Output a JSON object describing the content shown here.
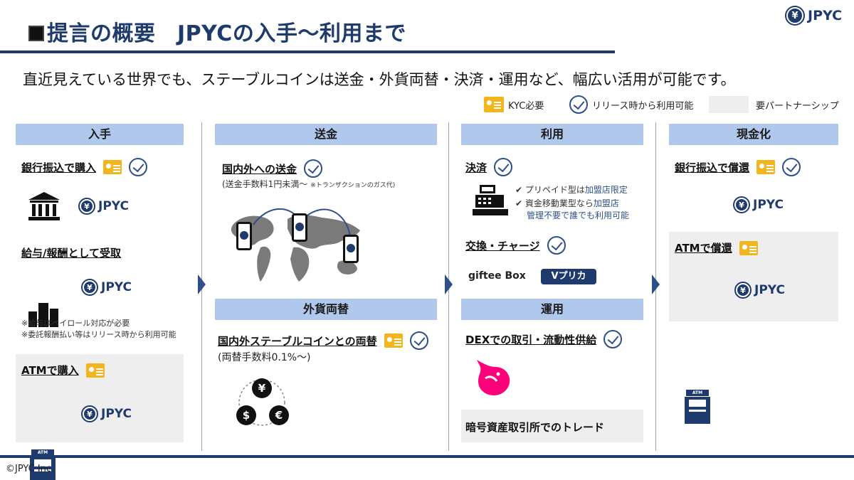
{
  "header": {
    "title": "提言の概要　JPYCの入手〜利用まで",
    "brand": "JPYC",
    "brand_coin": "¥"
  },
  "subtitle": "直近見えている世界でも、ステーブルコインは送金・外貨両替・決済・運用など、幅広い活用が可能です。",
  "legend": {
    "kyc": "KYC必要",
    "available": "リリース時から利用可能",
    "partnership": "要パートナーシップ"
  },
  "columns": {
    "acquire": {
      "header": "入手",
      "bank_purchase": "銀行振込で購入",
      "salary": "給与/報酬として受取",
      "note1": "※給与はペイロール対応が必要",
      "note2": "※委託報酬払い等はリリース時から利用可能",
      "atm_purchase": "ATMで購入"
    },
    "remit": {
      "header": "送金",
      "domestic_intl": "国内外への送金",
      "fee": "(送金手数料1円未満〜",
      "fee_note": "※トランザクションのガス代)",
      "fx_header": "外貨両替",
      "fx_label": "国内外ステーブルコインとの両替",
      "fx_fee": "(両替手数料0.1%〜)",
      "cur_yen": "¥",
      "cur_usd": "$",
      "cur_eur": "€"
    },
    "use": {
      "header": "利用",
      "payment": "決済",
      "bullet1": "プリペイド型は",
      "bullet1_hl": "加盟店限定",
      "bullet2a": "資金移動業型なら",
      "bullet2a_hl": "加盟店",
      "bullet2b": "管理不要で誰でも利用可能",
      "exchange": "交換・チャージ",
      "giftee": "giftee Box",
      "vpreca": "Vプリカ",
      "invest_header": "運用",
      "dex": "DEXでの取引・流動性供給",
      "cex": "暗号資産取引所でのトレード"
    },
    "cashout": {
      "header": "現金化",
      "bank_redeem": "銀行振込で償還",
      "atm_redeem": "ATMで償還"
    }
  },
  "atm_label": "ATM",
  "jpyc_text": "JPYC",
  "coin_symbol": "¥",
  "footer": "©JPYC Inc.",
  "colors": {
    "navy": "#1f3b6e",
    "header_blue": "#b0c8ec",
    "kyc_yellow": "#f2b51d",
    "uniswap_pink": "#ff007a"
  }
}
